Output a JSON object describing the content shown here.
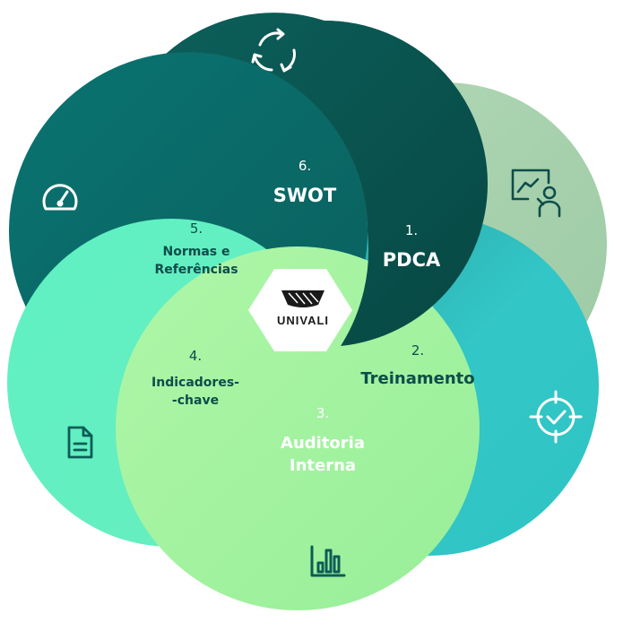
{
  "diagram": {
    "items": [
      {
        "number": "1.",
        "label": "PDCA",
        "icon": "presentation-icon"
      },
      {
        "number": "2.",
        "label": "Treinamento",
        "icon": "target-check-icon"
      },
      {
        "number": "3.",
        "label_line1": "Auditoria",
        "label_line2": "Interna",
        "icon": "bar-chart-icon"
      },
      {
        "number": "4.",
        "label_line1": "Indicadores-",
        "label_line2": "-chave",
        "icon": "document-icon"
      },
      {
        "number": "5.",
        "label_line1": "Normas e",
        "label_line2": "Referências",
        "icon": "speedometer-icon"
      },
      {
        "number": "6.",
        "label": "SWOT",
        "icon": "refresh-cycle-icon"
      }
    ],
    "logo": {
      "text": "UNIVALI"
    },
    "colors": {
      "pdca": "#0b5a55",
      "swot": "#0a6c69",
      "treinamento": "#a4ceab",
      "auditoria": "#33c4c4",
      "indicadores": "#a0f2a0",
      "normas": "#62f0c0",
      "dark_text": "#0d4d4a",
      "white": "#ffffff"
    }
  }
}
